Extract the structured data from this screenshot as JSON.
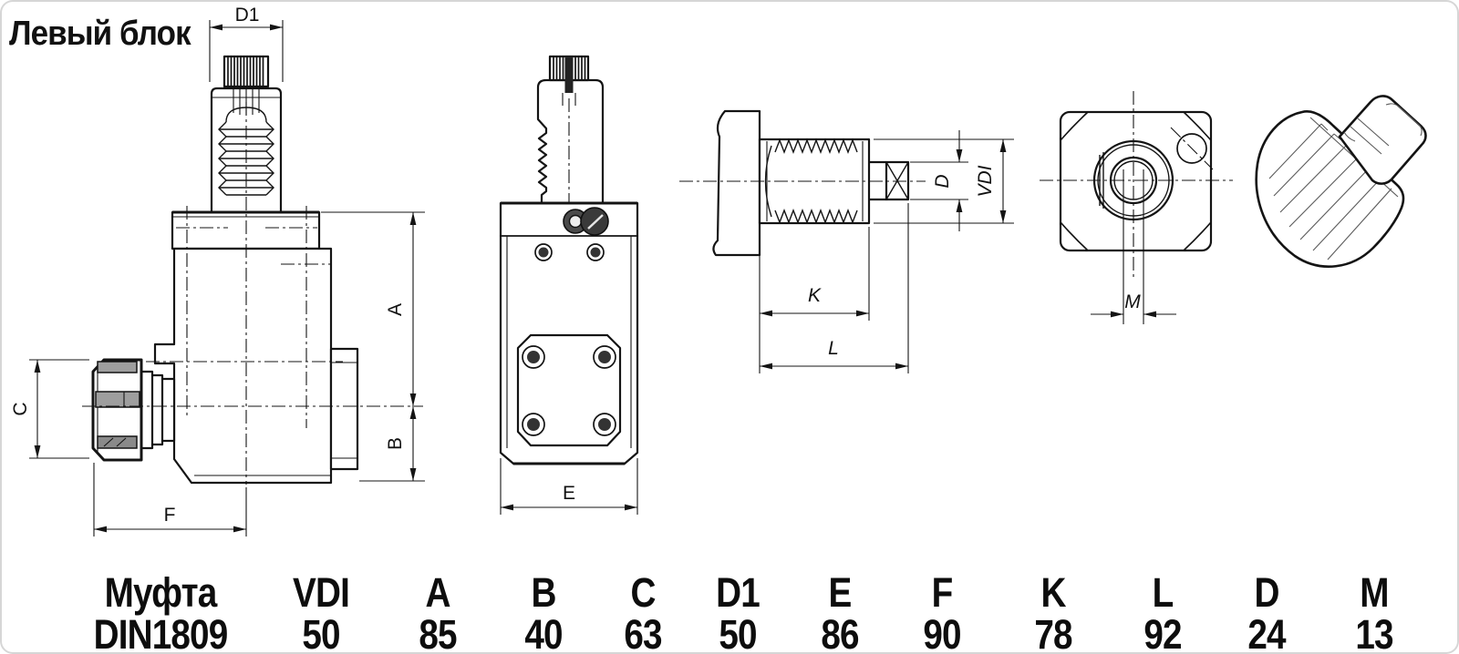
{
  "title": "Левый блок",
  "dims": {
    "d1": "D1",
    "a": "A",
    "b": "B",
    "c": "C",
    "f": "F",
    "e": "E",
    "k": "K",
    "l": "L",
    "d": "D",
    "vdi": "VDI",
    "m": "M"
  },
  "table": {
    "columns": [
      {
        "label": "Муфта",
        "value": "DIN1809"
      },
      {
        "label": "VDI",
        "value": "50"
      },
      {
        "label": "A",
        "value": "85"
      },
      {
        "label": "B",
        "value": "40"
      },
      {
        "label": "C",
        "value": "63"
      },
      {
        "label": "D1",
        "value": "50"
      },
      {
        "label": "E",
        "value": "86"
      },
      {
        "label": "F",
        "value": "90"
      },
      {
        "label": "K",
        "value": "78"
      },
      {
        "label": "L",
        "value": "92"
      },
      {
        "label": "D",
        "value": "24"
      },
      {
        "label": "M",
        "value": "13"
      }
    ]
  },
  "colors": {
    "line": "#141414",
    "slot_gray": "#9e9e9e",
    "screw_dark": "#3a3a3a",
    "border": "#d6d6d6",
    "background": "#ffffff"
  }
}
